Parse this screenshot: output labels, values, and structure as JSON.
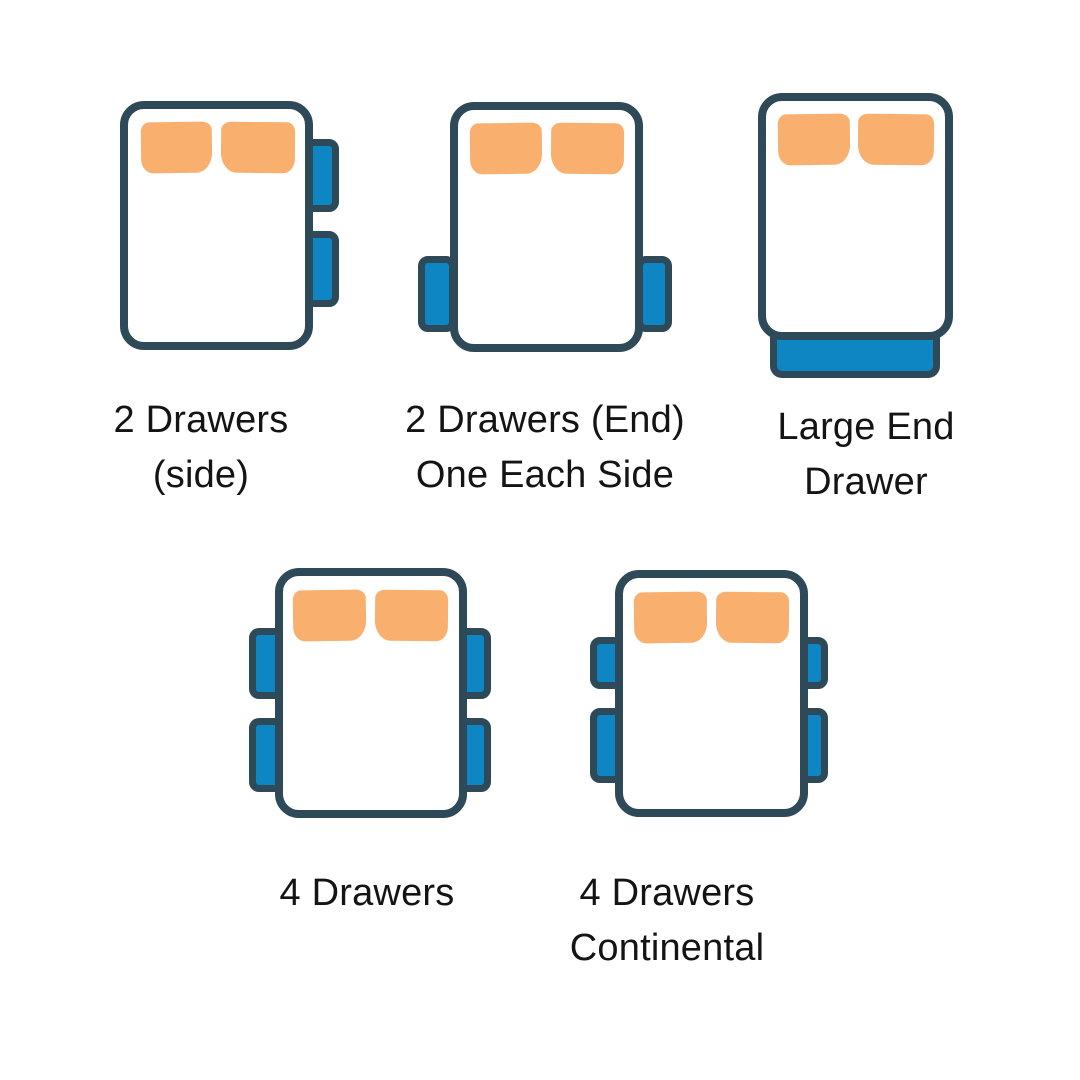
{
  "diagram": {
    "colors": {
      "outline": "#2e4a59",
      "drawer_fill": "#0e86c4",
      "pillow_fill": "#f9b06e",
      "label_text": "#141414",
      "background": "#ffffff"
    },
    "figures": [
      {
        "id": "2-drawers-side",
        "label_lines": [
          "2 Drawers",
          "(side)"
        ],
        "drawer_count": 2,
        "drawer_placement": "right side"
      },
      {
        "id": "2-drawers-end-one-each-side",
        "label_lines": [
          "2 Drawers (End)",
          "One Each Side"
        ],
        "drawer_count": 2,
        "drawer_placement": "one per side near foot end"
      },
      {
        "id": "large-end-drawer",
        "label_lines": [
          "Large End",
          "Drawer"
        ],
        "drawer_count": 1,
        "drawer_placement": "foot end"
      },
      {
        "id": "4-drawers",
        "label_lines": [
          "4 Drawers"
        ],
        "drawer_count": 4,
        "drawer_placement": "two per side, equal size"
      },
      {
        "id": "4-drawers-continental",
        "label_lines": [
          "4 Drawers",
          "Continental"
        ],
        "drawer_count": 4,
        "drawer_placement": "two per side, short top drawer and long bottom drawer"
      }
    ]
  }
}
